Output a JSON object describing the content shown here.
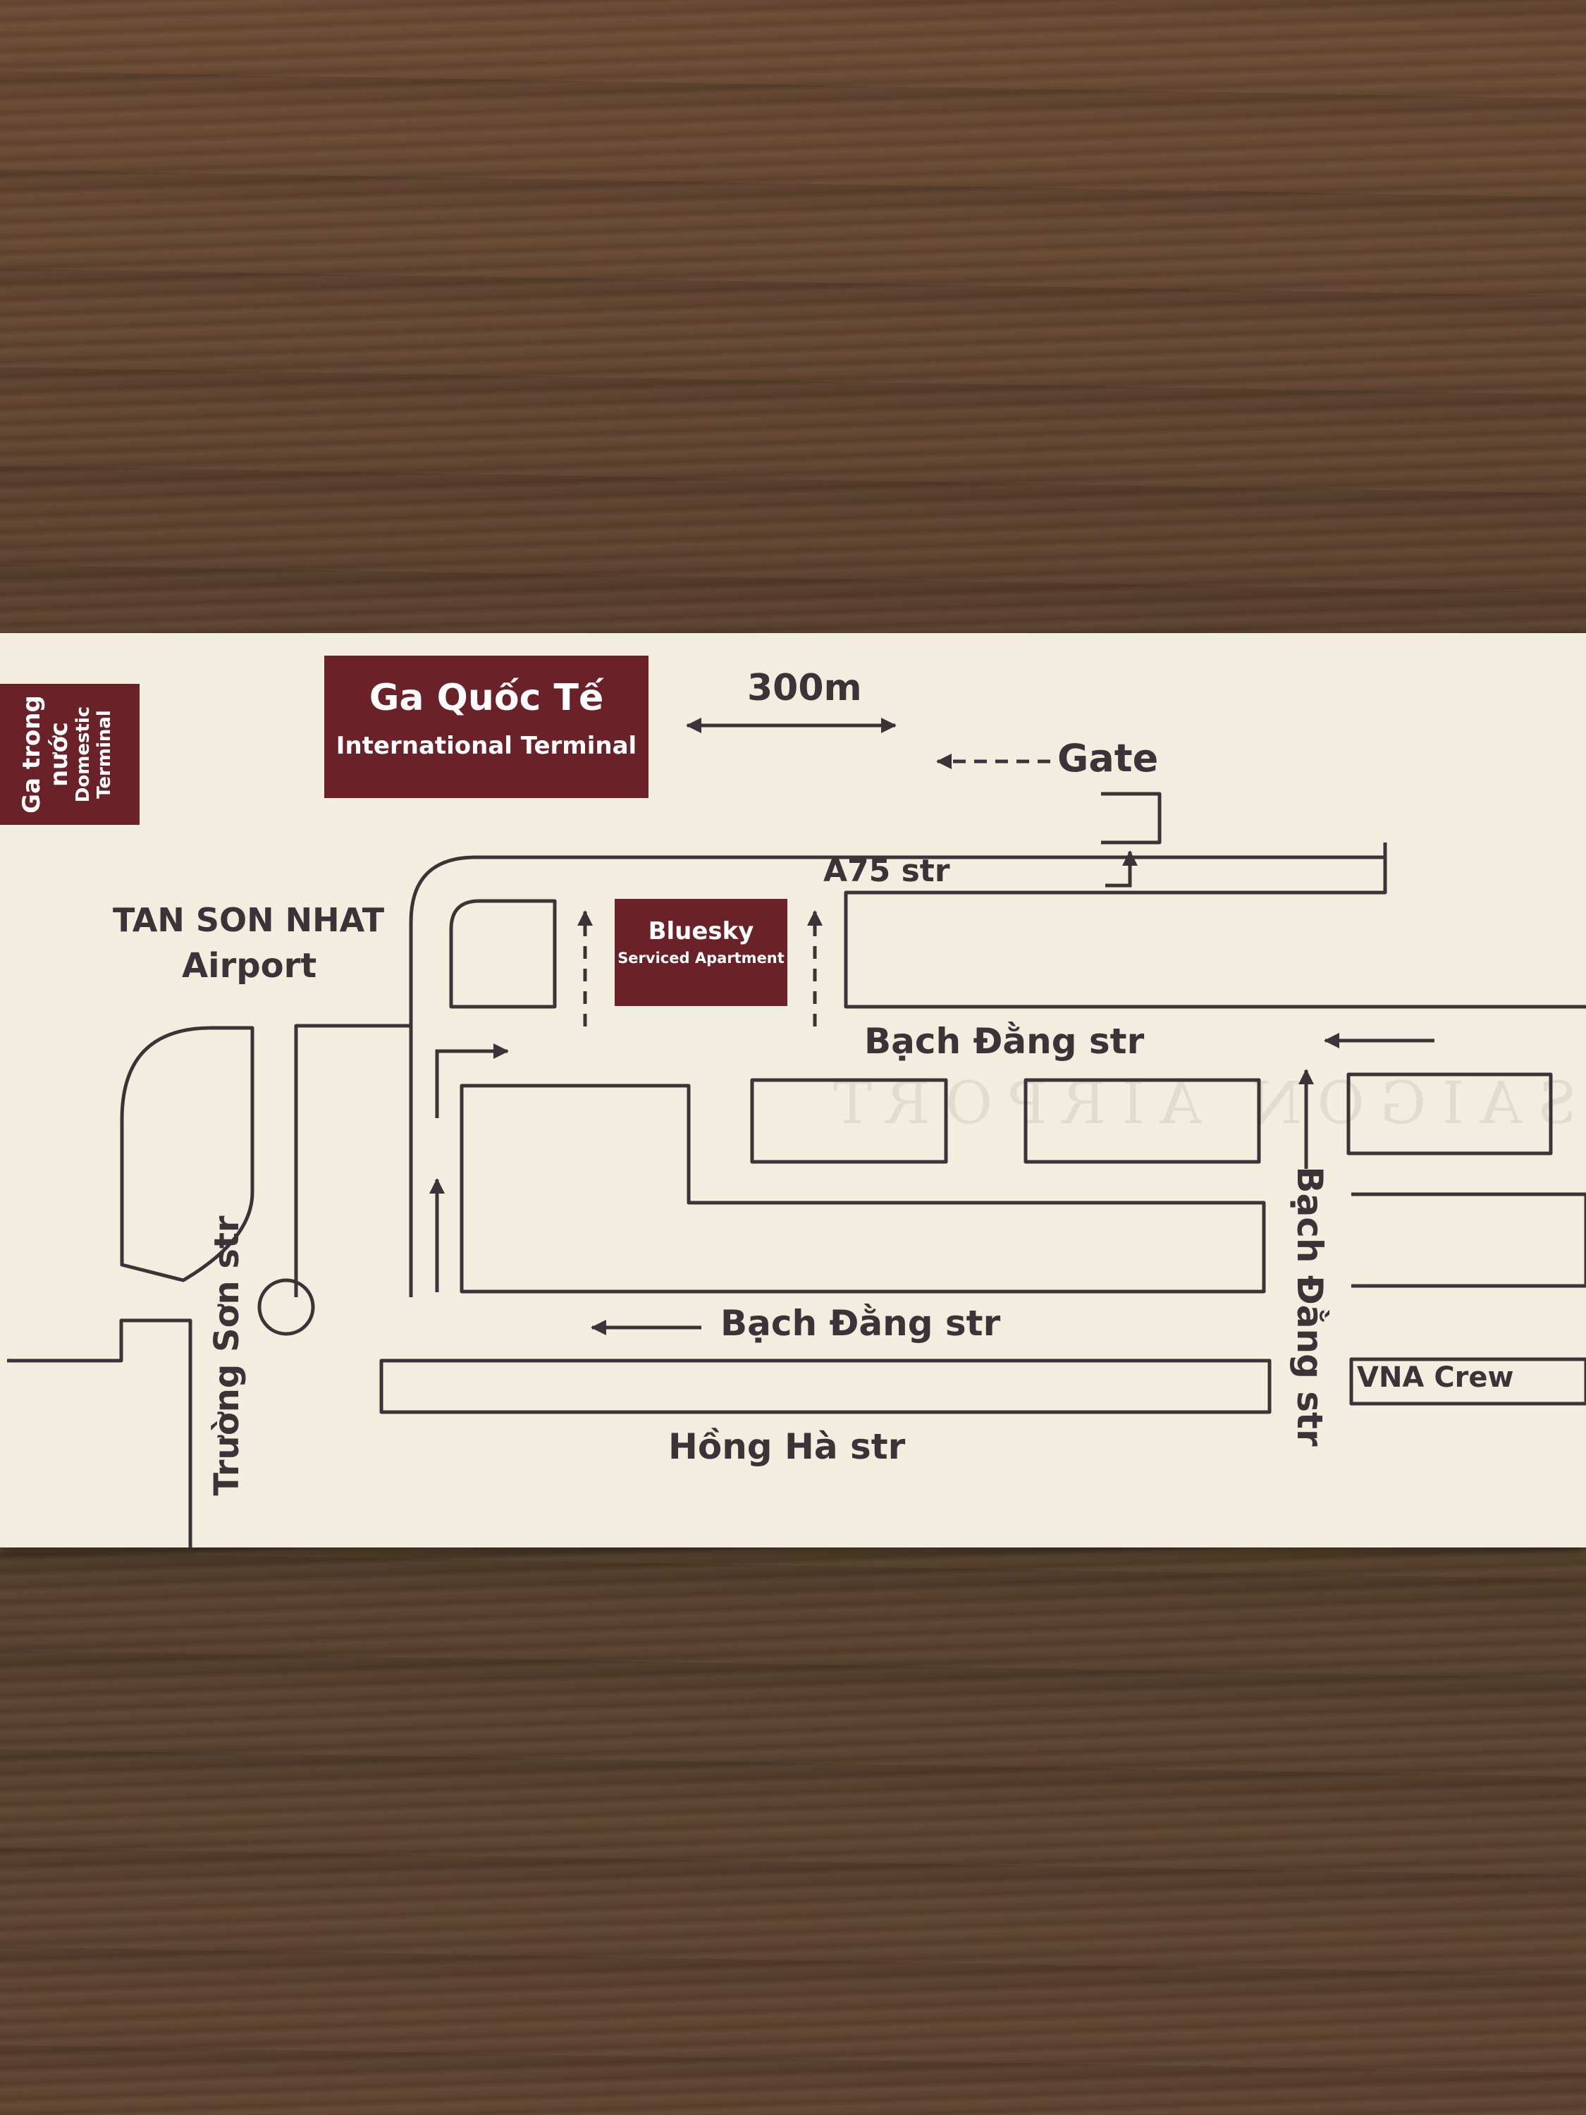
{
  "map": {
    "domestic_terminal": {
      "vn": "Ga trong nước",
      "en": "Domestic Terminal"
    },
    "international_terminal": {
      "vn": "Ga Quốc Tế",
      "en": "International Terminal"
    },
    "scale": "300m",
    "gate": "Gate",
    "a75": "A75 str",
    "airport_line1": "TAN SON NHAT",
    "airport_line2": "Airport",
    "bluesky": {
      "name": "Bluesky",
      "sub": "Serviced Apartment"
    },
    "bach_dang_upper": "Bạch Đằng str",
    "bach_dang_lower": "Bạch Đằng str",
    "bach_dang_vertical": "Bạch Đằng str",
    "truong_son": "Trường Sơn str",
    "hong_ha": "Hồng Hà str",
    "vna_crew": "VNA Crew",
    "watermark": "SAIGON AIRPORT"
  },
  "colors": {
    "accent": "#6a2127",
    "line": "#3a3438",
    "card": "#f2eedf"
  }
}
